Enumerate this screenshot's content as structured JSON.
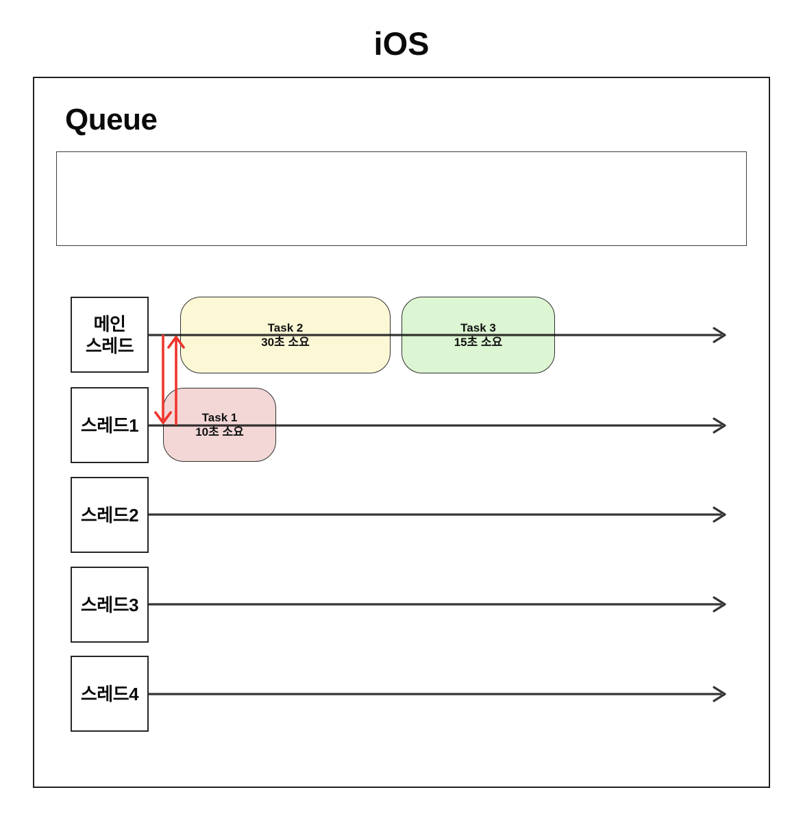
{
  "title": "iOS",
  "diagram": {
    "section_label": "Queue",
    "threads": [
      {
        "label_lines": [
          "메인",
          "스레드"
        ]
      },
      {
        "label_lines": [
          "스레드1"
        ]
      },
      {
        "label_lines": [
          "스레드2"
        ]
      },
      {
        "label_lines": [
          "스레드3"
        ]
      },
      {
        "label_lines": [
          "스레드4"
        ]
      }
    ],
    "tasks": [
      {
        "name": "Task 1",
        "duration": "10초 소요",
        "fill": "#f3d7d7"
      },
      {
        "name": "Task 2",
        "duration": "30초 소요",
        "fill": "#fcf8d6"
      },
      {
        "name": "Task 3",
        "duration": "15초 소요",
        "fill": "#dcf5d2"
      }
    ],
    "colors": {
      "timeline": "#121212",
      "transfer_arrow": "#ee352c"
    }
  }
}
